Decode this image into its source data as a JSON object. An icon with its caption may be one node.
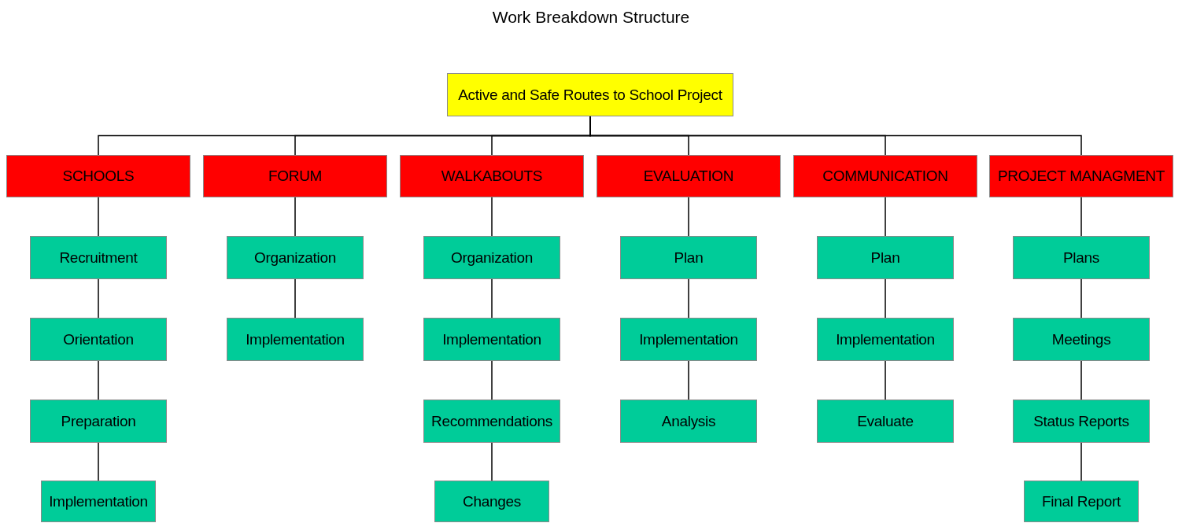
{
  "diagram": {
    "title": "Work Breakdown Structure",
    "nodes": [
      {
        "text": [
          "Active and Safe Routes to School Project"
        ]
      },
      {
        "text": [
          "SCHOOLS"
        ]
      },
      {
        "text": [
          "FORUM"
        ]
      },
      {
        "text": [
          "WALKABOUTS"
        ]
      },
      {
        "text": [
          "EVALUATION"
        ]
      },
      {
        "text": [
          "COMMUNICATION"
        ]
      },
      {
        "text": [
          "PROJECT MANAGMENT"
        ]
      },
      {
        "text": [
          "Recruitment"
        ]
      },
      {
        "text": [
          "Orientation"
        ]
      },
      {
        "text": [
          "Preparation"
        ]
      },
      {
        "text": [
          "Implementation"
        ]
      },
      {
        "text": [
          "Organization"
        ]
      },
      {
        "text": [
          "Implementation"
        ]
      },
      {
        "text": [
          "Organization"
        ]
      },
      {
        "text": [
          "Implementation"
        ]
      },
      {
        "text": [
          "Recommendations"
        ]
      },
      {
        "text": [
          "Changes"
        ]
      },
      {
        "text": [
          "Plan"
        ]
      },
      {
        "text": [
          "Implementation"
        ]
      },
      {
        "text": [
          "Analysis"
        ]
      },
      {
        "text": [
          "Plan"
        ]
      },
      {
        "text": [
          "Implementation"
        ]
      },
      {
        "text": [
          "Evaluate"
        ]
      },
      {
        "text": [
          "Plans"
        ]
      },
      {
        "text": [
          "Meetings"
        ]
      },
      {
        "text": [
          "Status Reports"
        ]
      },
      {
        "text": [
          "Final Report"
        ]
      }
    ],
    "edges": [
      {
        "from": 0,
        "to": 1,
        "arrow": "none"
      },
      {
        "from": 0,
        "to": 2,
        "arrow": "none"
      },
      {
        "from": 0,
        "to": 3,
        "arrow": "none"
      },
      {
        "from": 0,
        "to": 4,
        "arrow": "none"
      },
      {
        "from": 0,
        "to": 5,
        "arrow": "none"
      },
      {
        "from": 0,
        "to": 6,
        "arrow": "none"
      },
      {
        "from": 1,
        "to": 7,
        "arrow": "none"
      },
      {
        "from": 7,
        "to": 8,
        "arrow": "none"
      },
      {
        "from": 8,
        "to": 9,
        "arrow": "none"
      },
      {
        "from": 9,
        "to": 10,
        "arrow": "none"
      },
      {
        "from": 2,
        "to": 11,
        "arrow": "none"
      },
      {
        "from": 11,
        "to": 12,
        "arrow": "none"
      },
      {
        "from": 3,
        "to": 13,
        "arrow": "none"
      },
      {
        "from": 13,
        "to": 14,
        "arrow": "none"
      },
      {
        "from": 14,
        "to": 15,
        "arrow": "none"
      },
      {
        "from": 15,
        "to": 16,
        "arrow": "none"
      },
      {
        "from": 4,
        "to": 17,
        "arrow": "none"
      },
      {
        "from": 17,
        "to": 18,
        "arrow": "none"
      },
      {
        "from": 18,
        "to": 19,
        "arrow": "none"
      },
      {
        "from": 5,
        "to": 20,
        "arrow": "none"
      },
      {
        "from": 20,
        "to": 21,
        "arrow": "none"
      },
      {
        "from": 21,
        "to": 22,
        "arrow": "none"
      },
      {
        "from": 6,
        "to": 23,
        "arrow": "none"
      },
      {
        "from": 23,
        "to": 24,
        "arrow": "none"
      },
      {
        "from": 24,
        "to": 25,
        "arrow": "none"
      },
      {
        "from": 25,
        "to": 26,
        "arrow": "none"
      }
    ]
  }
}
